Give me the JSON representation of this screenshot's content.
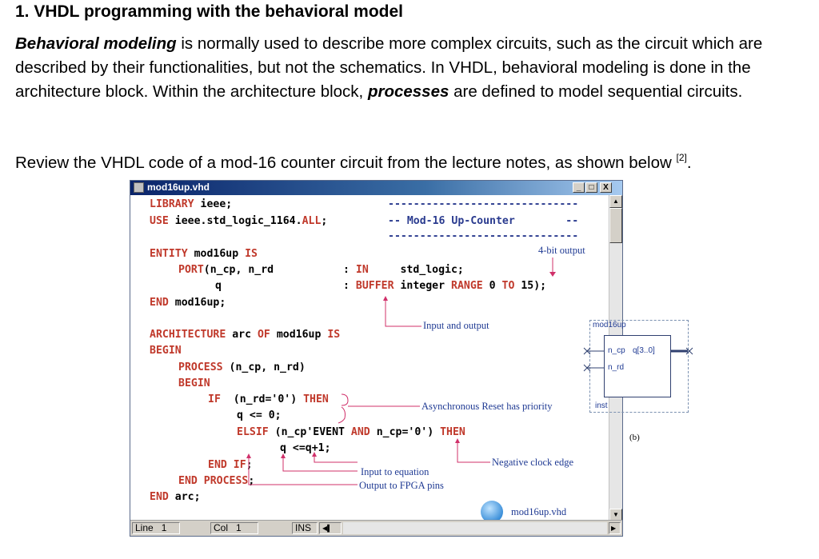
{
  "heading": "1. VHDL programming with the behavioral model",
  "paragraph": {
    "term1": "Behavioral modeling",
    "text1": " is normally used to describe more complex circuits, such as the circuit which are described by their functionalities, but not the schematics. In VHDL, behavioral modeling is done in the architecture block. Within the architecture block, ",
    "term2": "processes",
    "text2": " are defined to model sequential circuits."
  },
  "review": {
    "text": "Review the VHDL code of a mod-16 counter circuit from the lecture notes, as shown below ",
    "ref": "[2]",
    "end": "."
  },
  "window": {
    "title": "mod16up.vhd",
    "buttons": [
      "_",
      "□",
      "X"
    ],
    "status": {
      "line_label": "Line",
      "line_value": "1",
      "col_label": "Col",
      "col_value": "1",
      "mode": "INS"
    }
  },
  "code": {
    "l1_kw": "LIBRARY",
    "l1_rest": " ieee;",
    "l2_kw": "USE",
    "l2_rest1": " ieee.std_logic_1164.",
    "l2_kw2": "ALL",
    "l2_rest2": ";",
    "dash": "------------------------------",
    "comment": "-- Mod-16 Up-Counter        --",
    "l3_kw": "ENTITY",
    "l3_mid": " mod16up ",
    "l3_kw2": "IS",
    "l4_kw": "PORT",
    "l4_rest": "(n_cp, n_rd",
    "l4_col": ": ",
    "l4_kw2": "IN",
    "l4_type": "     std_logic;",
    "l5": "q",
    "l5_col": ": ",
    "l5_kw": "BUFFER",
    "l5_rest": " integer ",
    "l5_kw2": "RANGE",
    "l5_rest2": " 0 ",
    "l5_kw3": "TO",
    "l5_rest3": " 15);",
    "l6_kw": "END",
    "l6_rest": " mod16up;",
    "l7_kw": "ARCHITECTURE",
    "l7_mid": " arc ",
    "l7_kw2": "OF",
    "l7_mid2": " mod16up ",
    "l7_kw3": "IS",
    "l8_kw": "BEGIN",
    "l9_kw": "PROCESS",
    "l9_rest": " (n_cp, n_rd)",
    "l10_kw": "BEGIN",
    "l11_kw": "IF",
    "l11_rest": "  (n_rd='0') ",
    "l11_kw2": "THEN",
    "l12": "q <= 0;",
    "l13_kw": "ELSIF",
    "l13_rest": " (n_cp'EVENT ",
    "l13_kw2": "AND",
    "l13_rest2": " n_cp='0') ",
    "l13_kw3": "THEN",
    "l14": "q <=q+1;",
    "l15_kw": "END",
    "l15_kw2": " IF",
    "l15_rest": ";",
    "l16_kw": "END",
    "l16_kw2": " PROCESS",
    "l16_rest": ";",
    "l17_kw": "END",
    "l17_rest": " arc;"
  },
  "annotations": {
    "output4": "4-bit output",
    "in_out": "Input and output",
    "async": "Asynchronous Reset has priority",
    "neg_edge": "Negative clock edge",
    "input_eq": "Input to equation",
    "output_fpga": "Output to FPGA pins",
    "file": "mod16up.vhd",
    "sym_name": "mod16up",
    "pin_cp": "n_cp",
    "pin_rd": "n_rd",
    "pin_q": "q[3..0]",
    "inst": "inst",
    "label_b": "(b)"
  },
  "colors": {
    "keyword": "#c0392b",
    "comment": "#2a3b8f",
    "annotation": "#1f3a93",
    "titlebar": "#0a246a"
  }
}
